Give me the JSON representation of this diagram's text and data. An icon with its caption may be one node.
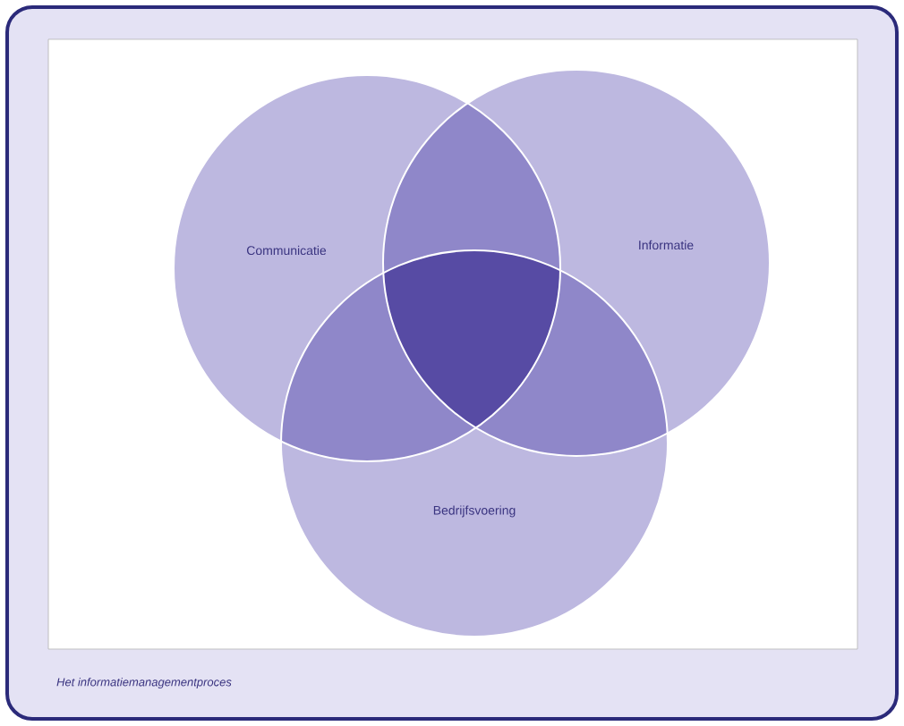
{
  "diagram": {
    "caption": "Het informatiemanagementproces",
    "nodes": [
      {
        "text": [
          "Communicatie"
        ]
      },
      {
        "text": [
          "Informatie"
        ]
      },
      {
        "text": [
          "Bedrijfsvoering"
        ]
      }
    ]
  }
}
